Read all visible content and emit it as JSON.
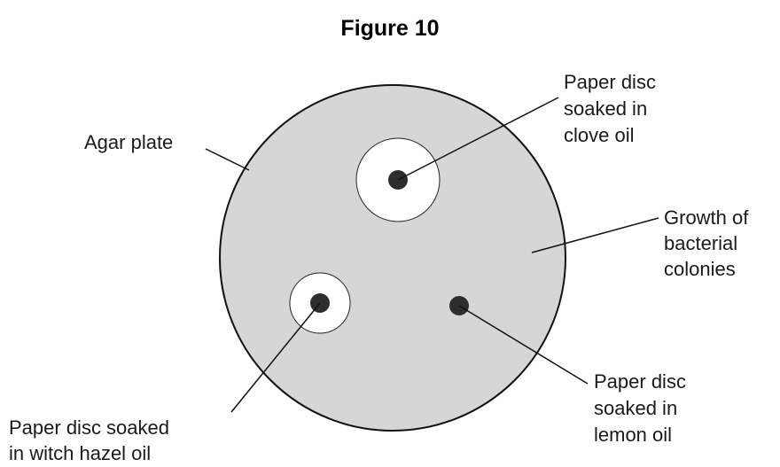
{
  "title": "Figure 10",
  "colors": {
    "agar": "#d6d6d6",
    "plate_outline": "#111111",
    "clear_zone": "#ffffff",
    "disc": "#2e2e2e",
    "leader_line": "#111111",
    "text": "#1a1a1a"
  },
  "labels": {
    "agar_plate": "Agar plate",
    "clove": [
      "Paper disc",
      "soaked in",
      "clove oil"
    ],
    "growth": [
      "Growth of",
      "bacterial",
      "colonies"
    ],
    "lemon": [
      "Paper disc",
      "soaked in",
      "lemon oil"
    ],
    "witch_hazel": [
      "Paper disc soaked",
      "in witch hazel oil"
    ]
  }
}
